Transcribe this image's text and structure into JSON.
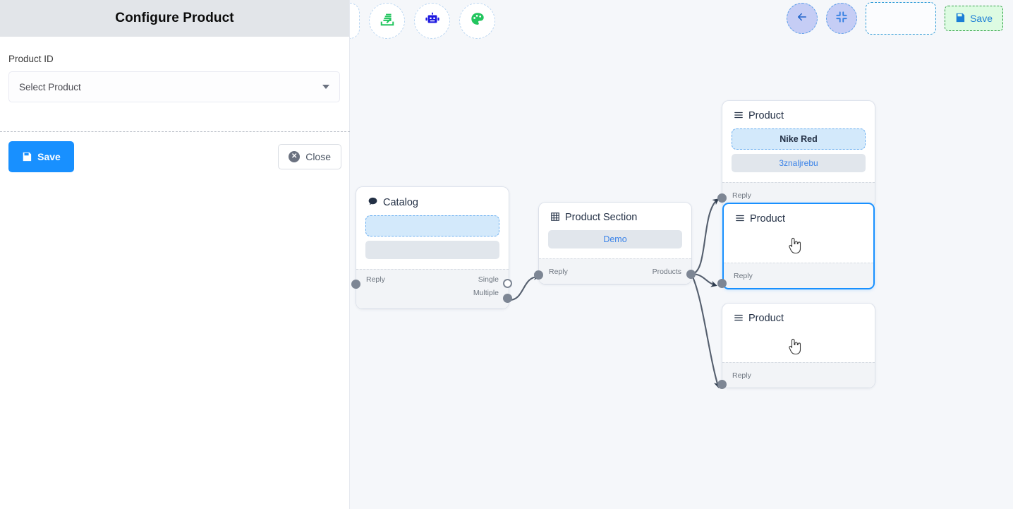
{
  "config_panel": {
    "title": "Configure Product",
    "field_label": "Product ID",
    "select_value": "Select Product",
    "save_label": "Save",
    "close_label": "Close",
    "accent_color": "#1890ff",
    "header_bg": "#e2e5e9"
  },
  "toolbar": {
    "left_tools": [
      {
        "name": "stack-icon",
        "color": "#22c55e"
      },
      {
        "name": "robot-icon",
        "color": "#1c17e0"
      },
      {
        "name": "palette-icon",
        "color": "#22c55e"
      }
    ],
    "back_label": "",
    "fit_label": "",
    "save_label": "Save",
    "save_border_color": "#2ea043",
    "save_bg": "#ddfbe2",
    "save_text_color": "#1c7ed6"
  },
  "canvas": {
    "bg": "#f5f7fa",
    "edge_color": "#555f6e",
    "nodes": [
      {
        "id": "catalog",
        "type": "catalog",
        "title": "Catalog",
        "icon": "chat-bubble-icon",
        "chip_primary": "",
        "chip_secondary": "",
        "ports_left": [
          "Reply"
        ],
        "ports_right": [
          "Single",
          "Multiple"
        ],
        "selected": false
      },
      {
        "id": "product-section",
        "type": "product-section",
        "title": "Product Section",
        "icon": "grid-table-icon",
        "chip_primary": "Demo",
        "ports_left": [
          "Reply"
        ],
        "ports_right": [
          "Products"
        ],
        "selected": false
      },
      {
        "id": "product-1",
        "type": "product",
        "title": "Product",
        "icon": "list-lines-icon",
        "chip_primary": "Nike Red",
        "chip_secondary": "3znaljrebu",
        "ports_left": [
          "Reply"
        ],
        "ports_right": [],
        "selected": false
      },
      {
        "id": "product-2",
        "type": "product",
        "title": "Product",
        "icon": "list-lines-icon",
        "chip_primary": "",
        "chip_secondary": "",
        "ports_left": [
          "Reply"
        ],
        "ports_right": [],
        "selected": true
      },
      {
        "id": "product-3",
        "type": "product",
        "title": "Product",
        "icon": "list-lines-icon",
        "chip_primary": "",
        "chip_secondary": "",
        "ports_left": [
          "Reply"
        ],
        "ports_right": [],
        "selected": false
      }
    ]
  }
}
